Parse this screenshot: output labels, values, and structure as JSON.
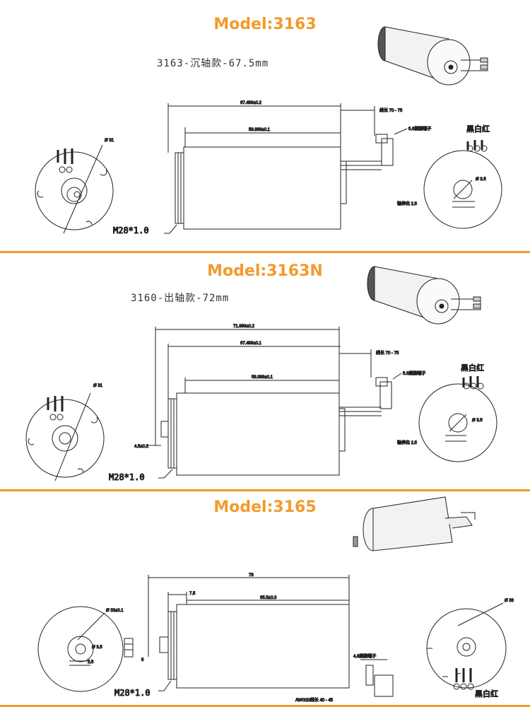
{
  "colors": {
    "accent": "#f39a2b",
    "line": "#222222",
    "separator": "#f39a2b"
  },
  "panels": [
    {
      "title": "Model:3163",
      "subtitle": "3163-沉轴款-67.5mm",
      "dim_total": "67.499±0.2",
      "dim_body": "59.999±0.1",
      "dim_leads": "线长 70 - 75",
      "dim_terminal": "5.6插接端子",
      "dim_diam": "Ø 31",
      "dim_shaft": "Ø 3.5",
      "dim_shaft_len": "轴伸出 2.5",
      "thread": "M28*1.0",
      "wire_colors": "黑白红"
    },
    {
      "title": "Model:3163N",
      "subtitle": "3160-出轴款-72mm",
      "dim_overall": "71.999±0.2",
      "dim_total": "67.499±0.1",
      "dim_body": "59.999±0.1",
      "dim_leads": "线长 70 - 75",
      "dim_terminal": "5.6插接端子",
      "dim_diam": "Ø 31",
      "dim_shaft": "Ø 3.5",
      "dim_shaft_len": "轴伸出 2.5",
      "dim_shaft_out": "4.5±0.2",
      "thread": "M28*1.0",
      "wire_colors": "黑白红"
    },
    {
      "title": "Model:3165",
      "dim_overall": "78",
      "dim_step": "7.5",
      "dim_body": "65.5±0.3",
      "dim_diam_left": "Ø 33±0.1",
      "dim_diam_right": "Ø 33",
      "dim_shaft": "Ø 3.5",
      "dim_shaft_len": "2.5",
      "dim_shaft_out": "5",
      "dim_terminal": "4.8插接端子",
      "dim_leads": "AWG20线长 40 - 45",
      "thread": "M28*1.0",
      "wire_colors": "黑白红"
    }
  ]
}
